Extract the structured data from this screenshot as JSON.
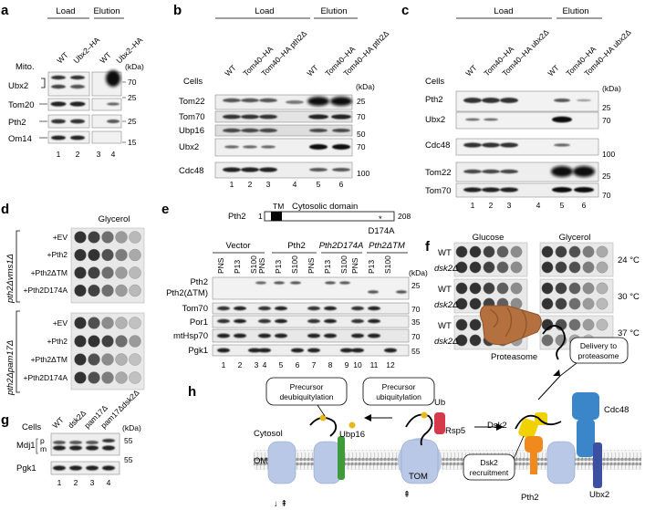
{
  "panels": {
    "a": {
      "letter": "a",
      "groups": [
        "Load",
        "Elution"
      ],
      "row_label": "Mito.",
      "lanes": [
        "WT",
        "Ubx2–HA",
        "WT",
        "Ubx2–HA"
      ],
      "kda": "(kDa)",
      "blots": [
        "Ubx2",
        "Tom20",
        "Pth2",
        "Om14"
      ],
      "markers": [
        "70",
        "25",
        "25",
        "15"
      ],
      "lane_numbers": [
        "1",
        "2",
        "3",
        "4"
      ]
    },
    "b": {
      "letter": "b",
      "groups": [
        "Load",
        "Elution"
      ],
      "row_label": "Cells",
      "lanes": [
        "WT",
        "Tom40–HA",
        "Tom40–HA pth2Δ",
        "WT",
        "Tom40–HA",
        "Tom40–HA pth2Δ"
      ],
      "kda": "(kDa)",
      "blots": [
        "Tom22",
        "Tom70",
        "Ubp16",
        "Ubx2",
        "Cdc48"
      ],
      "markers": [
        "25",
        "70",
        "50",
        "70",
        "100"
      ],
      "lane_numbers": [
        "1",
        "2",
        "3",
        "4",
        "5",
        "6"
      ]
    },
    "c": {
      "letter": "c",
      "groups": [
        "Load",
        "Elution"
      ],
      "row_label": "Cells",
      "lanes": [
        "WT",
        "Tom40–HA",
        "Tom40–HA ubx2Δ",
        "WT",
        "Tom40–HA",
        "Tom40–HA ubx2Δ"
      ],
      "kda": "(kDa)",
      "blots": [
        "Pth2",
        "Ubx2",
        "Cdc48",
        "Tom22",
        "Tom70"
      ],
      "markers": [
        "25",
        "70",
        "100",
        "25",
        "70"
      ],
      "lane_numbers": [
        "1",
        "2",
        "3",
        "4",
        "5",
        "6"
      ]
    },
    "d": {
      "letter": "d",
      "condition": "Glycerol",
      "strain_top": "pth2Δvms1Δ",
      "strain_bottom": "pth2Δpam17Δ",
      "rows_top": [
        "+EV",
        "+Pth2",
        "+Pth2ΔTM",
        "+Pth2D174A"
      ],
      "rows_bottom": [
        "+EV",
        "+Pth2",
        "+Pth2ΔTM",
        "+Pth2D174A"
      ]
    },
    "e": {
      "letter": "e",
      "protein": "Pth2",
      "domain_start": "1",
      "domain_end": "208",
      "tm_label": "TM",
      "cyto_label": "Cytosolic domain",
      "mutation": "D174A",
      "star": "*",
      "groups": [
        "Vector",
        "Pth2",
        "Pth2D174A",
        "Pth2ΔTM"
      ],
      "fractions": [
        "PNS",
        "P13",
        "S100"
      ],
      "kda": "(kDa)",
      "blots": [
        "Pth2",
        "Pth2(ΔTM)",
        "Tom70",
        "Por1",
        "mtHsp70",
        "Pgk1"
      ],
      "markers": [
        "25",
        "70",
        "35",
        "70",
        "55"
      ],
      "lane_numbers": [
        "1",
        "2",
        "3",
        "4",
        "5",
        "6",
        "7",
        "8",
        "9",
        "10",
        "11",
        "12"
      ]
    },
    "f": {
      "letter": "f",
      "conditions": [
        "Glucose",
        "Glycerol"
      ],
      "strains": [
        "WT",
        "dsk2Δ"
      ],
      "temps": [
        "24 °C",
        "30 °C",
        "37 °C"
      ]
    },
    "g": {
      "letter": "g",
      "row_label": "Cells",
      "lanes": [
        "WT",
        "dsk2Δ",
        "pam17Δ",
        "pam17Δdsk2Δ"
      ],
      "kda": "(kDa)",
      "blots": [
        "Mdj1",
        "Pgk1"
      ],
      "bands": [
        "p",
        "m"
      ],
      "markers": [
        "55",
        "55"
      ],
      "lane_numbers": [
        "1",
        "2",
        "3",
        "4"
      ]
    },
    "h": {
      "letter": "h",
      "labels": {
        "proteasome": "Proteasome",
        "delivery": "Delivery to proteasome",
        "precursor_deubiq": "Precursor deubiquitylation",
        "precursor_ubiq": "Precursor ubiquitylation",
        "ub": "Ub",
        "rsp5": "Rsp5",
        "dsk2": "Dsk2",
        "cdc48": "Cdc48",
        "cytosol": "Cytosol",
        "om": "OM",
        "ubp16": "Ubp16",
        "tom": "TOM",
        "dsk2_recruit": "Dsk2 recruitment",
        "pth2": "Pth2",
        "ubx2": "Ubx2"
      },
      "colors": {
        "proteasome": "#b5703f",
        "ubp16": "#3f9b3a",
        "rsp5": "#d63a4a",
        "dsk2": "#f2d100",
        "pth2": "#f08a1c",
        "cdc48": "#3a86c8",
        "ubx2": "#3c4fa3",
        "tom": "#b9c8e6",
        "ub": "#e8b81a"
      }
    }
  }
}
